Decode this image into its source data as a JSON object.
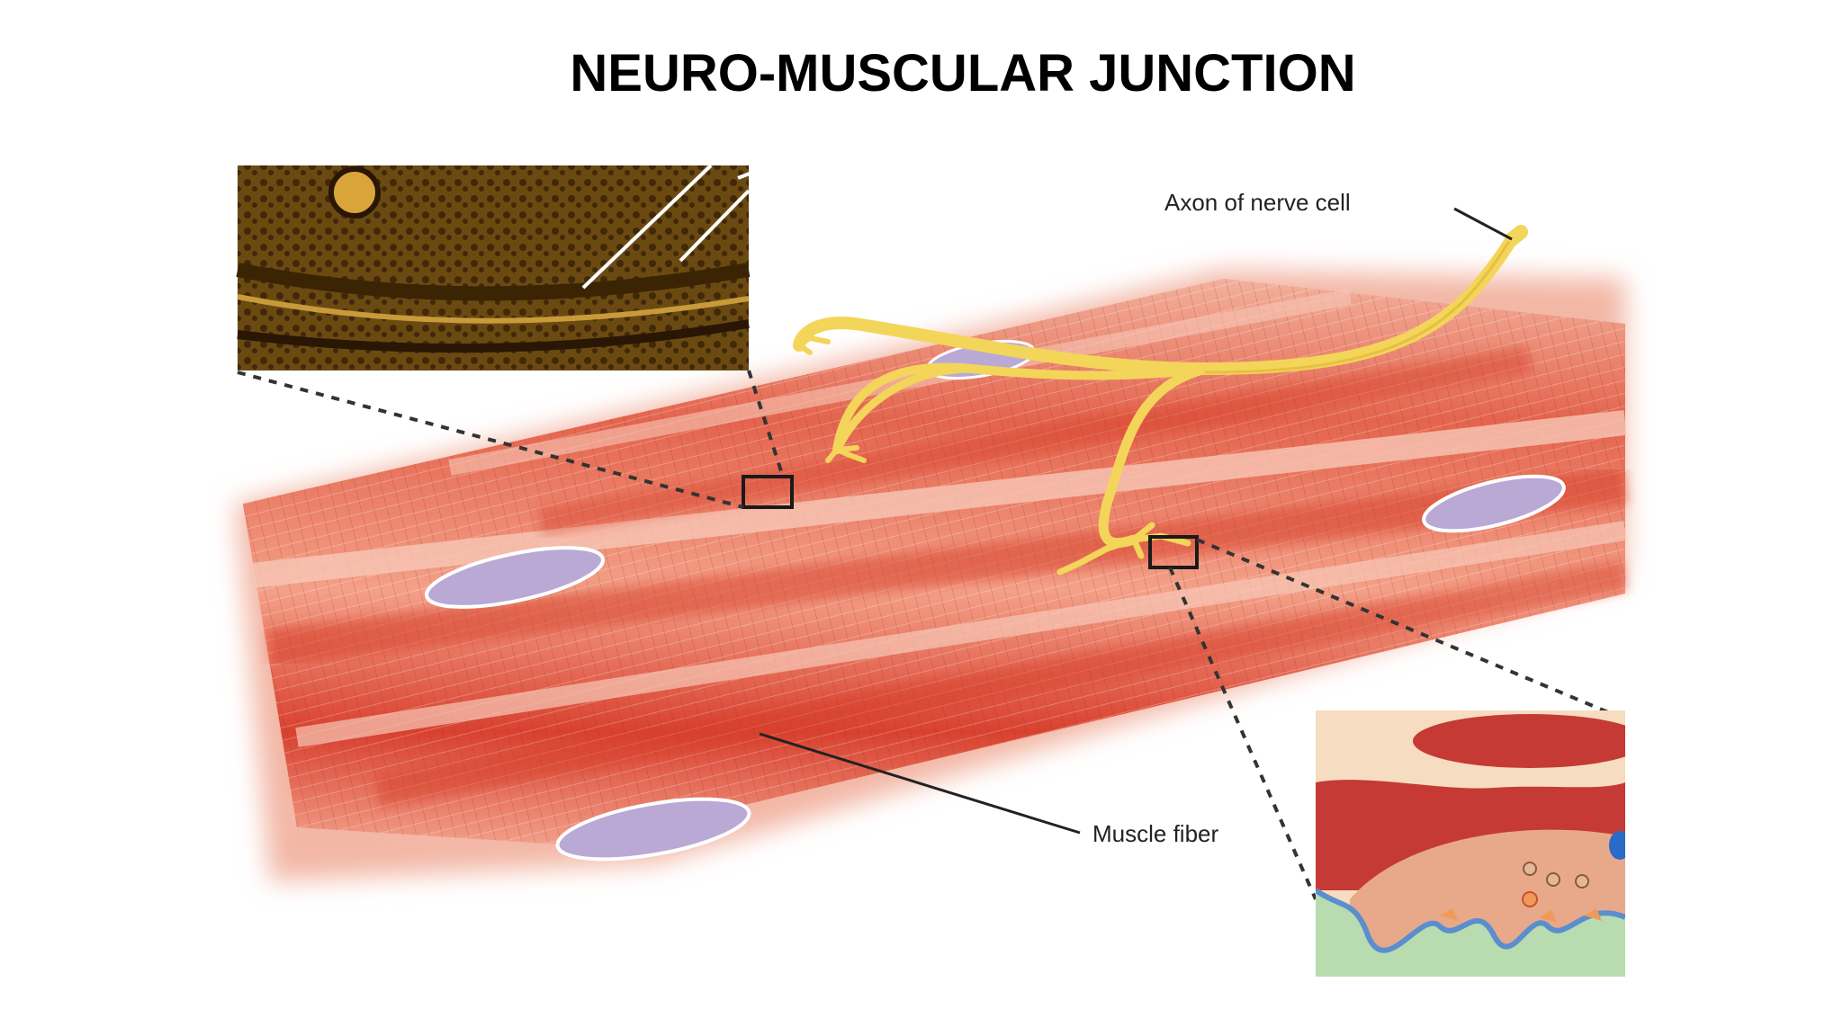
{
  "slide": {
    "title": "NEURO-MUSCULAR JUNCTION"
  },
  "diagram": {
    "labels": {
      "axon": "Axon of nerve cell",
      "muscle": "Muscle fiber"
    },
    "colors": {
      "muscle_dark": "#d9412f",
      "muscle_light": "#f2a08a",
      "nerve": "#f3d55a",
      "nucleus": "#b9a9d4",
      "micrograph": "#6b4a12"
    }
  }
}
